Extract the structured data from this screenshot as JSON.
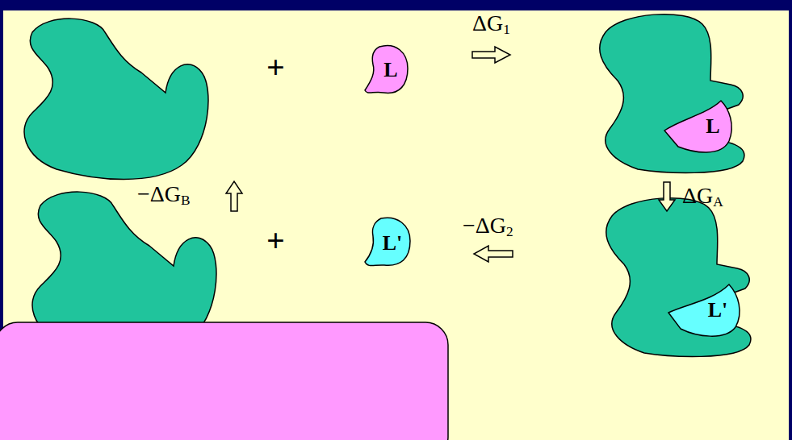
{
  "diagram": {
    "nodes": [
      {
        "text": [
          "L"
        ]
      },
      {
        "text": [
          "L"
        ]
      },
      {
        "text": [
          "L'"
        ]
      },
      {
        "text": [
          "L'"
        ]
      }
    ],
    "labels": [
      "+",
      "ΔG1",
      "−ΔGB",
      "ΔGA",
      "+",
      "−ΔG2"
    ]
  }
}
